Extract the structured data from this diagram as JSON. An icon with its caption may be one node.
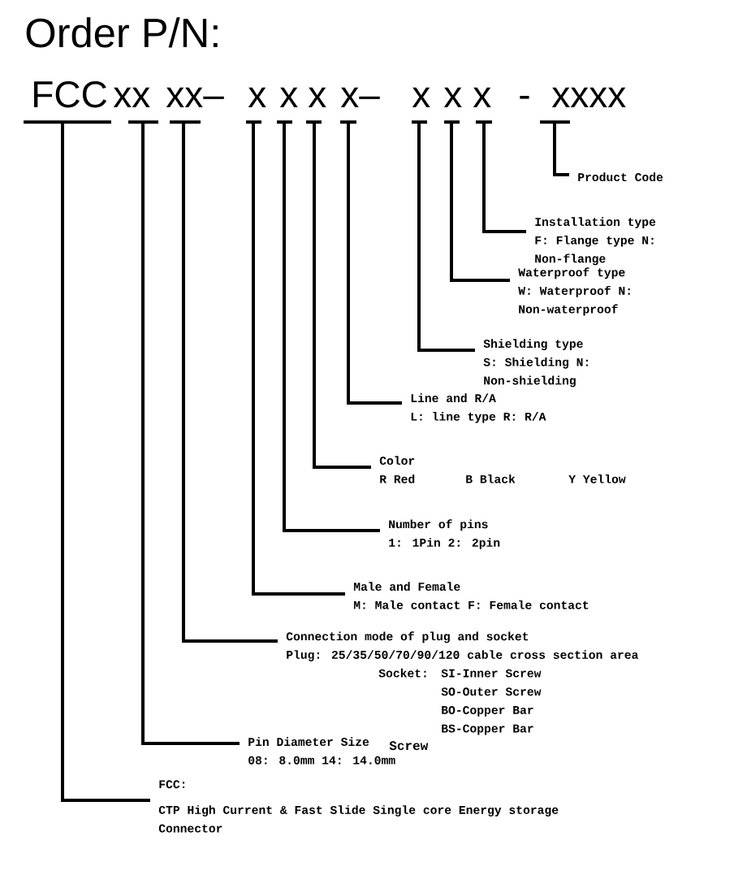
{
  "diagram": {
    "title": "Order P/N:",
    "nodes": [
      {
        "text": [
          "FCC"
        ]
      },
      {
        "text": [
          "xx"
        ]
      },
      {
        "text": [
          "xx–"
        ]
      },
      {
        "text": [
          "x"
        ]
      },
      {
        "text": [
          "x"
        ]
      },
      {
        "text": [
          "x"
        ]
      },
      {
        "text": [
          "x–"
        ]
      },
      {
        "text": [
          "x"
        ]
      },
      {
        "text": [
          "x"
        ]
      },
      {
        "text": [
          "x"
        ]
      },
      {
        "text": [
          "xxxx"
        ]
      },
      {
        "text": [
          "Product Code"
        ]
      },
      {
        "text": [
          "Installation type",
          "F: Flange type N: Non-flange"
        ]
      },
      {
        "text": [
          "Waterproof type",
          "W: Waterproof N: Non-waterproof"
        ]
      },
      {
        "text": [
          "Shielding type",
          "S: Shielding N: Non-shielding"
        ]
      },
      {
        "text": [
          "Line and R/A",
          "L: line type R: R/A"
        ]
      },
      {
        "text": [
          "Color",
          "R Red",
          "B Black",
          "Y Yellow"
        ]
      },
      {
        "text": [
          "Number of pins",
          "1: 1Pin 2: 2pin"
        ]
      },
      {
        "text": [
          "Male and Female",
          "M: Male contact F: Female contact"
        ]
      },
      {
        "text": [
          "Connection mode of plug and socket",
          "Plug: 25/35/50/70/90/120 cable cross section area",
          "Socket:",
          "SI-Inner Screw",
          "SO-Outer Screw",
          "BO-Copper Bar",
          "BS-Copper Bar"
        ]
      },
      {
        "text": [
          "Pin Diameter Size",
          "08: 8.0mm 14: 14.0mm"
        ]
      },
      {
        "text": [
          "FCC:",
          "CTP High Current & Fast Slide Single core Energy storage Connector"
        ]
      }
    ],
    "edges": [
      {
        "from": 0,
        "to": 21,
        "arrow": "none"
      },
      {
        "from": 1,
        "to": 20,
        "arrow": "none"
      },
      {
        "from": 2,
        "to": 19,
        "arrow": "none"
      },
      {
        "from": 3,
        "to": 18,
        "arrow": "none"
      },
      {
        "from": 4,
        "to": 17,
        "arrow": "none"
      },
      {
        "from": 5,
        "to": 16,
        "arrow": "none"
      },
      {
        "from": 6,
        "to": 15,
        "arrow": "none"
      },
      {
        "from": 7,
        "to": 14,
        "arrow": "none"
      },
      {
        "from": 8,
        "to": 13,
        "arrow": "none"
      },
      {
        "from": 9,
        "to": 12,
        "arrow": "none"
      },
      {
        "from": 10,
        "to": 11,
        "arrow": "none"
      }
    ],
    "labels": [
      "-",
      "Screw"
    ]
  }
}
